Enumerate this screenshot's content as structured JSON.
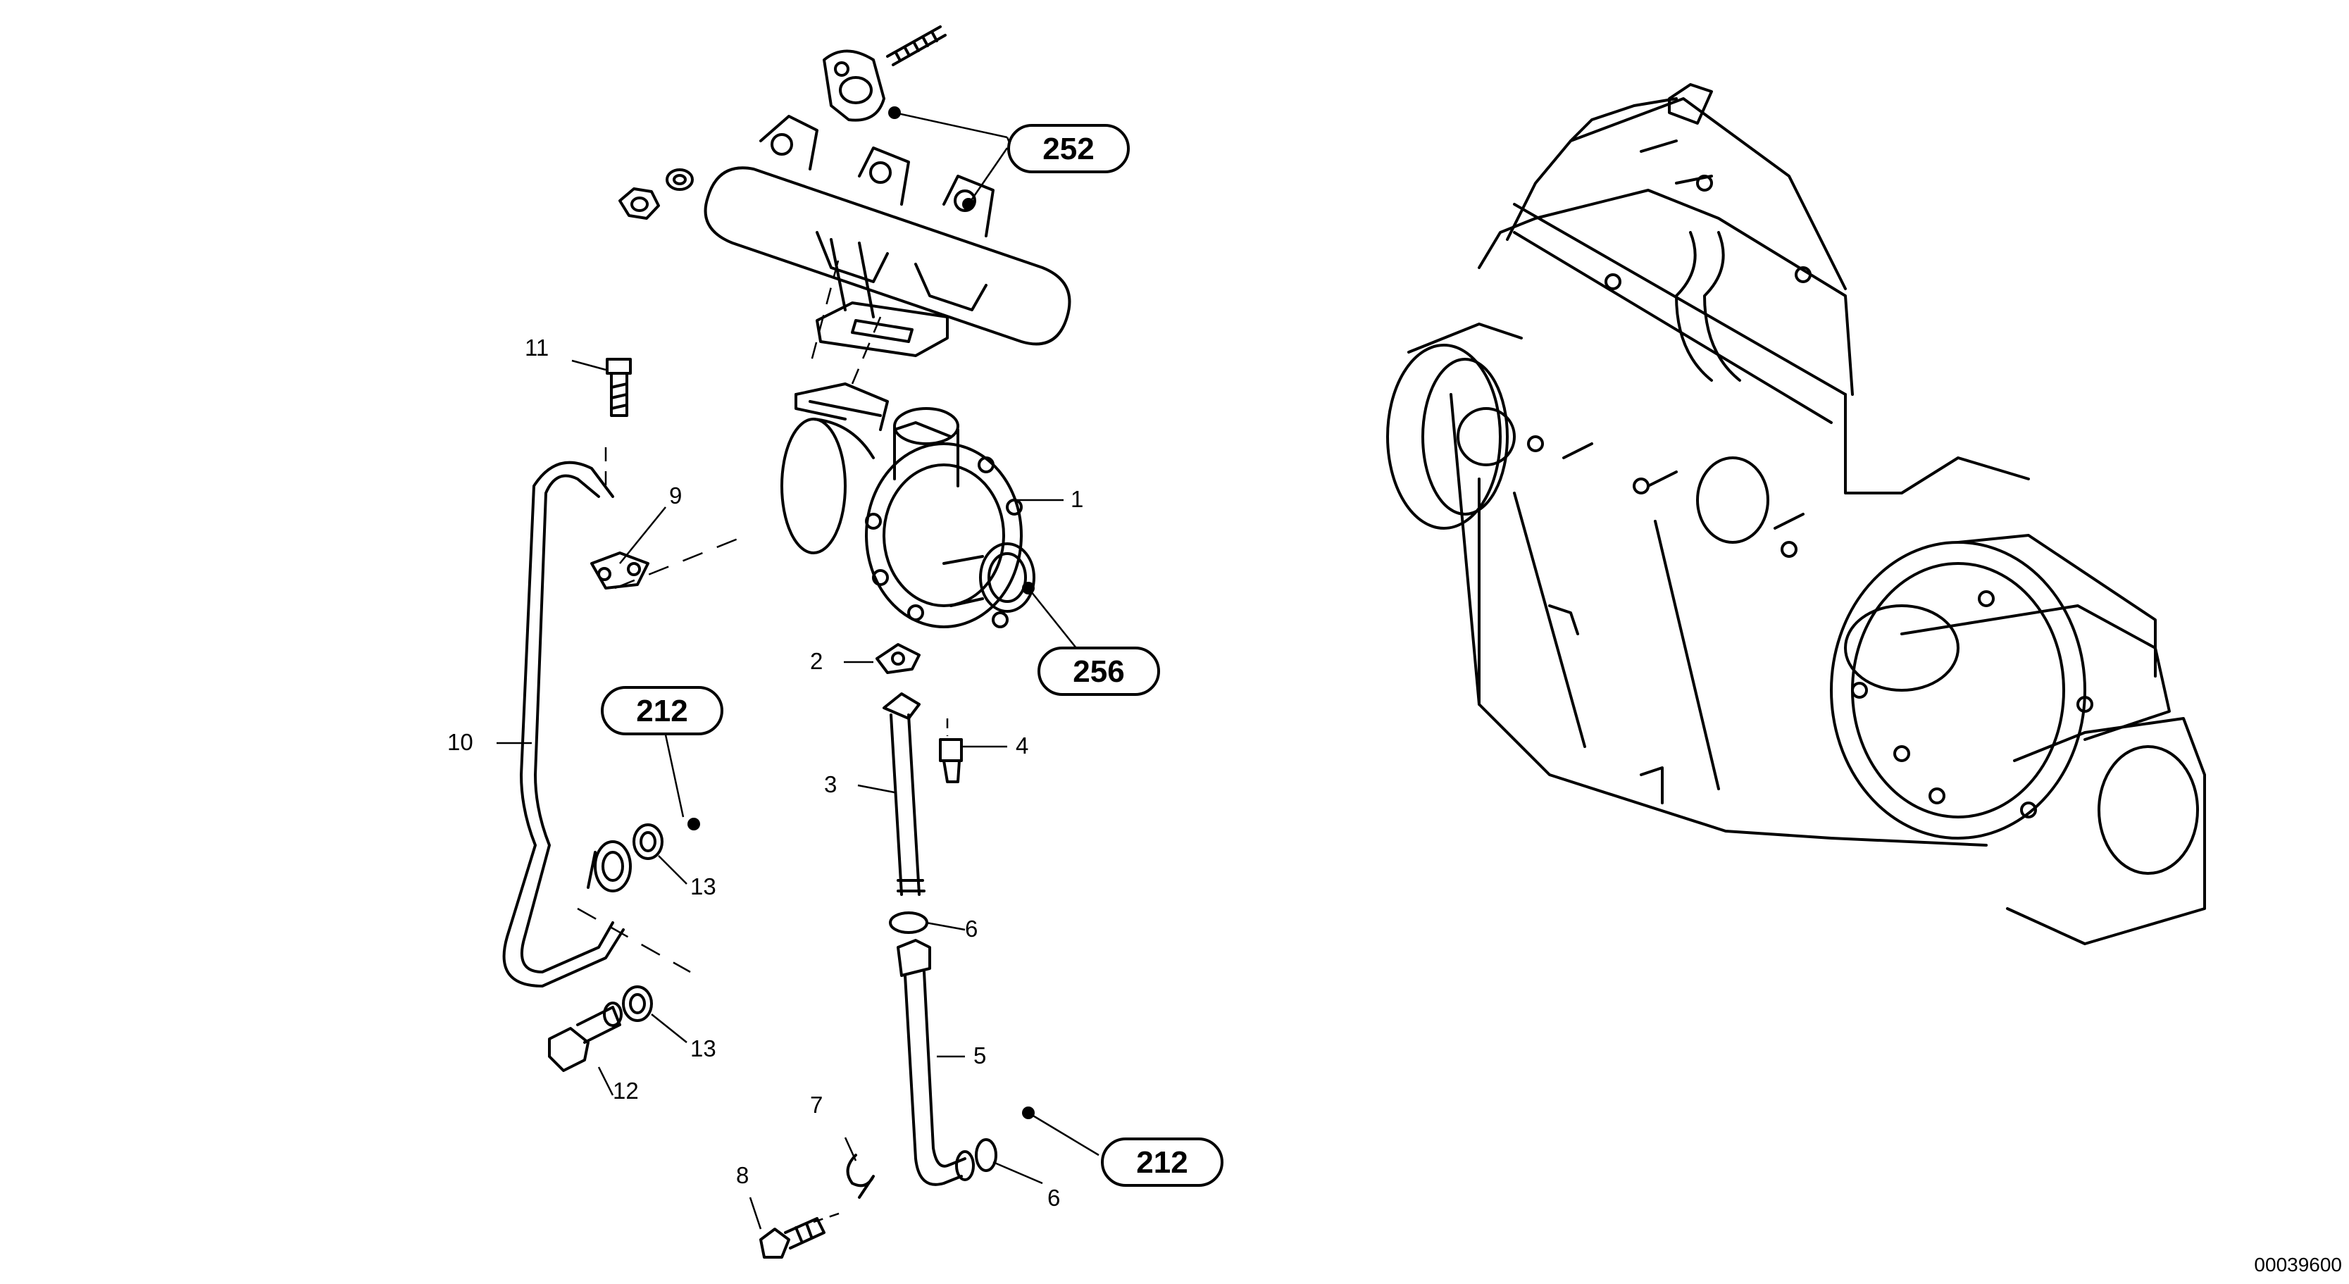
{
  "drawing_number": "00039600",
  "reference_boxes": {
    "ref_252": "252",
    "ref_256": "256",
    "ref_212_left": "212",
    "ref_212_bottom": "212"
  },
  "part_callouts": {
    "p1": "1",
    "p2": "2",
    "p3": "3",
    "p4": "4",
    "p5": "5",
    "p6_upper": "6",
    "p6_lower": "6",
    "p7": "7",
    "p8": "8",
    "p9": "9",
    "p10": "10",
    "p11": "11",
    "p12": "12",
    "p13_upper": "13",
    "p13_lower": "13"
  }
}
